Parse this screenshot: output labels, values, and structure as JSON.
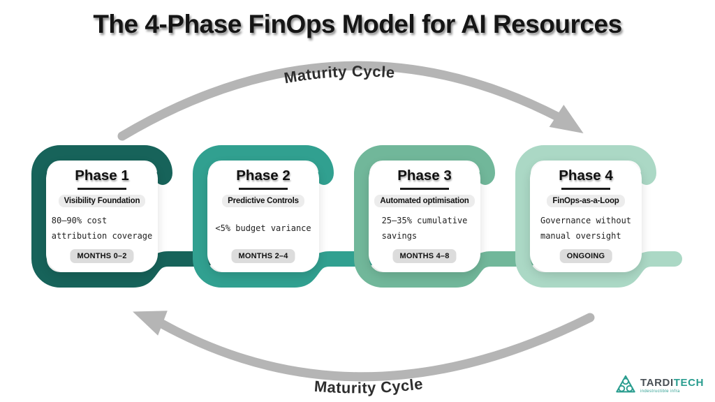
{
  "title": "The 4-Phase FinOps Model for AI Resources",
  "cycle": {
    "top_label": "Maturity Cycle",
    "bottom_label": "Maturity Cycle"
  },
  "phases": [
    {
      "name": "Phase 1",
      "subtitle": "Visibility Foundation",
      "metric": "80–90% cost\nattribution coverage",
      "timeline": "MONTHS 0–2",
      "color": "#17635a"
    },
    {
      "name": "Phase 2",
      "subtitle": "Predictive Controls",
      "metric": "<5% budget variance",
      "timeline": "MONTHS 2–4",
      "color": "#31a090"
    },
    {
      "name": "Phase 3",
      "subtitle": "Automated optimisation",
      "metric": "25–35% cumulative\nsavings",
      "timeline": "MONTHS 4–8",
      "color": "#71b79a"
    },
    {
      "name": "Phase 4",
      "subtitle": "FinOps-as-a-Loop",
      "metric": "Governance without\nmanual oversight",
      "timeline": "ONGOING",
      "color": "#abd8c5"
    }
  ],
  "logo": {
    "brand_primary": "TARDI",
    "brand_secondary": "TECH",
    "tagline": "indestructible infra"
  },
  "colors": {
    "arrow": "#b5b5b5",
    "cycle_text": "#2e2e2e",
    "logo_accent": "#2a9d8f",
    "brand_text": "#4a5056"
  }
}
